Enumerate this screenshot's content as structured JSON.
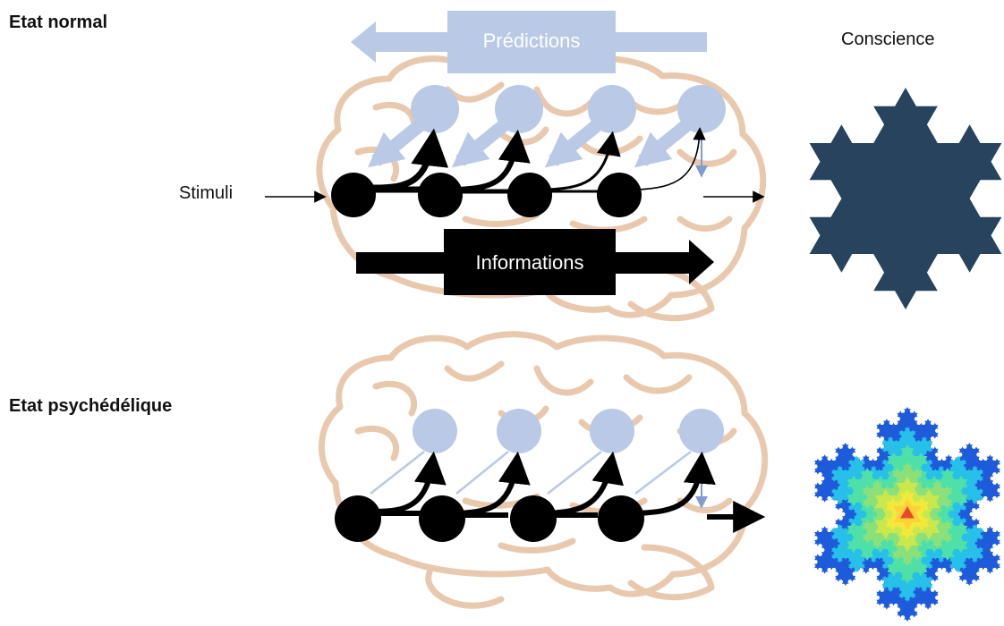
{
  "labels": {
    "normal_state": "Etat normal",
    "psychedelic_state": "Etat psychédélique",
    "consciousness": "Conscience",
    "stimuli": "Stimuli",
    "predictions": "Prédictions",
    "information": "Informations"
  },
  "colors": {
    "brain_outline": "#E9C9AE",
    "prediction_node": "#B9C9E6",
    "prediction_arrow": "#B9C9E6",
    "thin_blue_arrow": "#7F9BD2",
    "bottom_node": "#000000",
    "information_arrow": "#000000",
    "normal_snowflake": "#27435E",
    "psychedelic_fractal": [
      "#1E5BDB",
      "#27C0E8",
      "#4FE0A8",
      "#8CE07A",
      "#C8E84E",
      "#F2EA3A",
      "#FFD23A",
      "#E8482E"
    ]
  },
  "icons": {
    "normal_consciousness": "koch-snowflake-icon",
    "psychedelic_consciousness": "fractal-snowflake-icon",
    "brain": "brain-outline-icon"
  }
}
